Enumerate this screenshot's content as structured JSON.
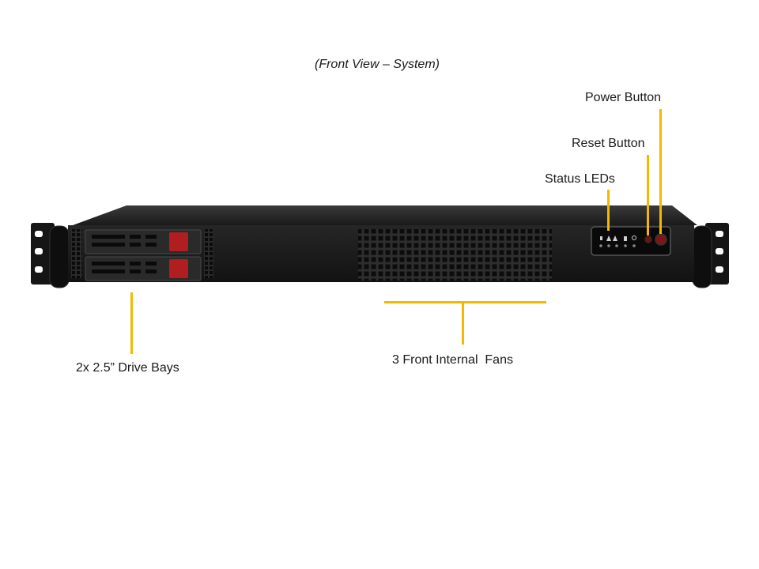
{
  "title": "(Front View – System)",
  "callouts": {
    "power_button": "Power Button",
    "reset_button": "Reset Button",
    "status_leds": "Status LEDs",
    "drive_bays": "2x 2.5” Drive Bays",
    "fans": "3 Front Internal  Fans"
  },
  "colors": {
    "callout_line": "#f5b800",
    "chassis": "#1c1c1c",
    "drive_latch": "#b01e22"
  },
  "icons": [
    "hdd-led-icon",
    "network-led-icon",
    "warning-led-icon",
    "overheat-led-icon",
    "power-led-icon"
  ]
}
